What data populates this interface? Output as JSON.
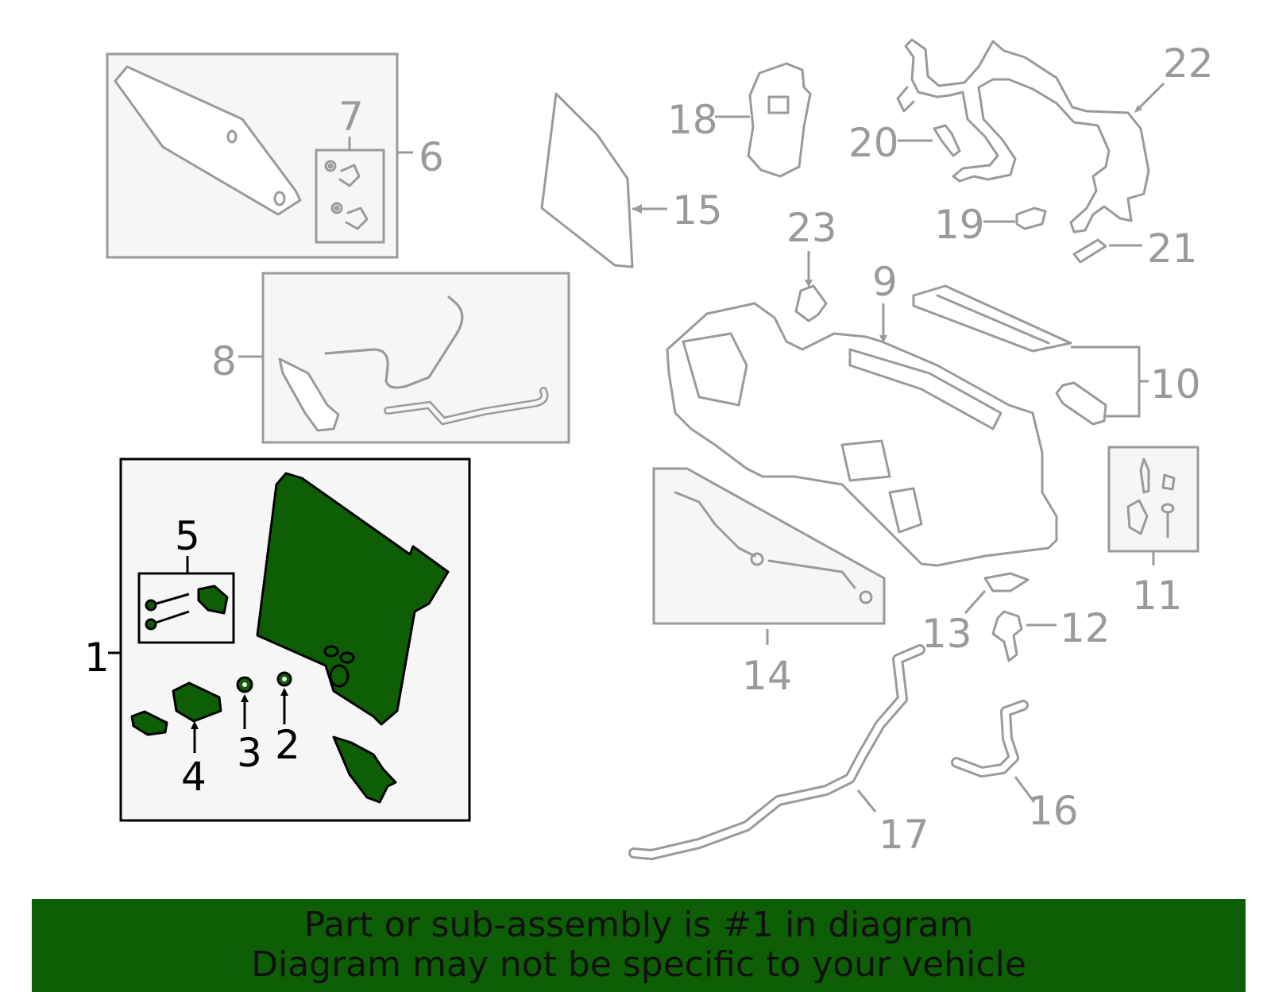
{
  "callouts": {
    "c1": "1",
    "c2": "2",
    "c3": "3",
    "c4": "4",
    "c5": "5",
    "c6": "6",
    "c7": "7",
    "c8": "8",
    "c9": "9",
    "c10": "10",
    "c11": "11",
    "c12": "12",
    "c13": "13",
    "c14": "14",
    "c15": "15",
    "c16": "16",
    "c17": "17",
    "c18": "18",
    "c19": "19",
    "c20": "20",
    "c21": "21",
    "c22": "22",
    "c23": "23"
  },
  "highlighted_part": "1",
  "colors": {
    "highlight": "#0e5e06",
    "parts": "#9a9a9a",
    "banner": "#0e5e06"
  },
  "banner": {
    "line1": "Part or sub-assembly is #1 in diagram",
    "line2": "Diagram may not be specific to your vehicle"
  }
}
